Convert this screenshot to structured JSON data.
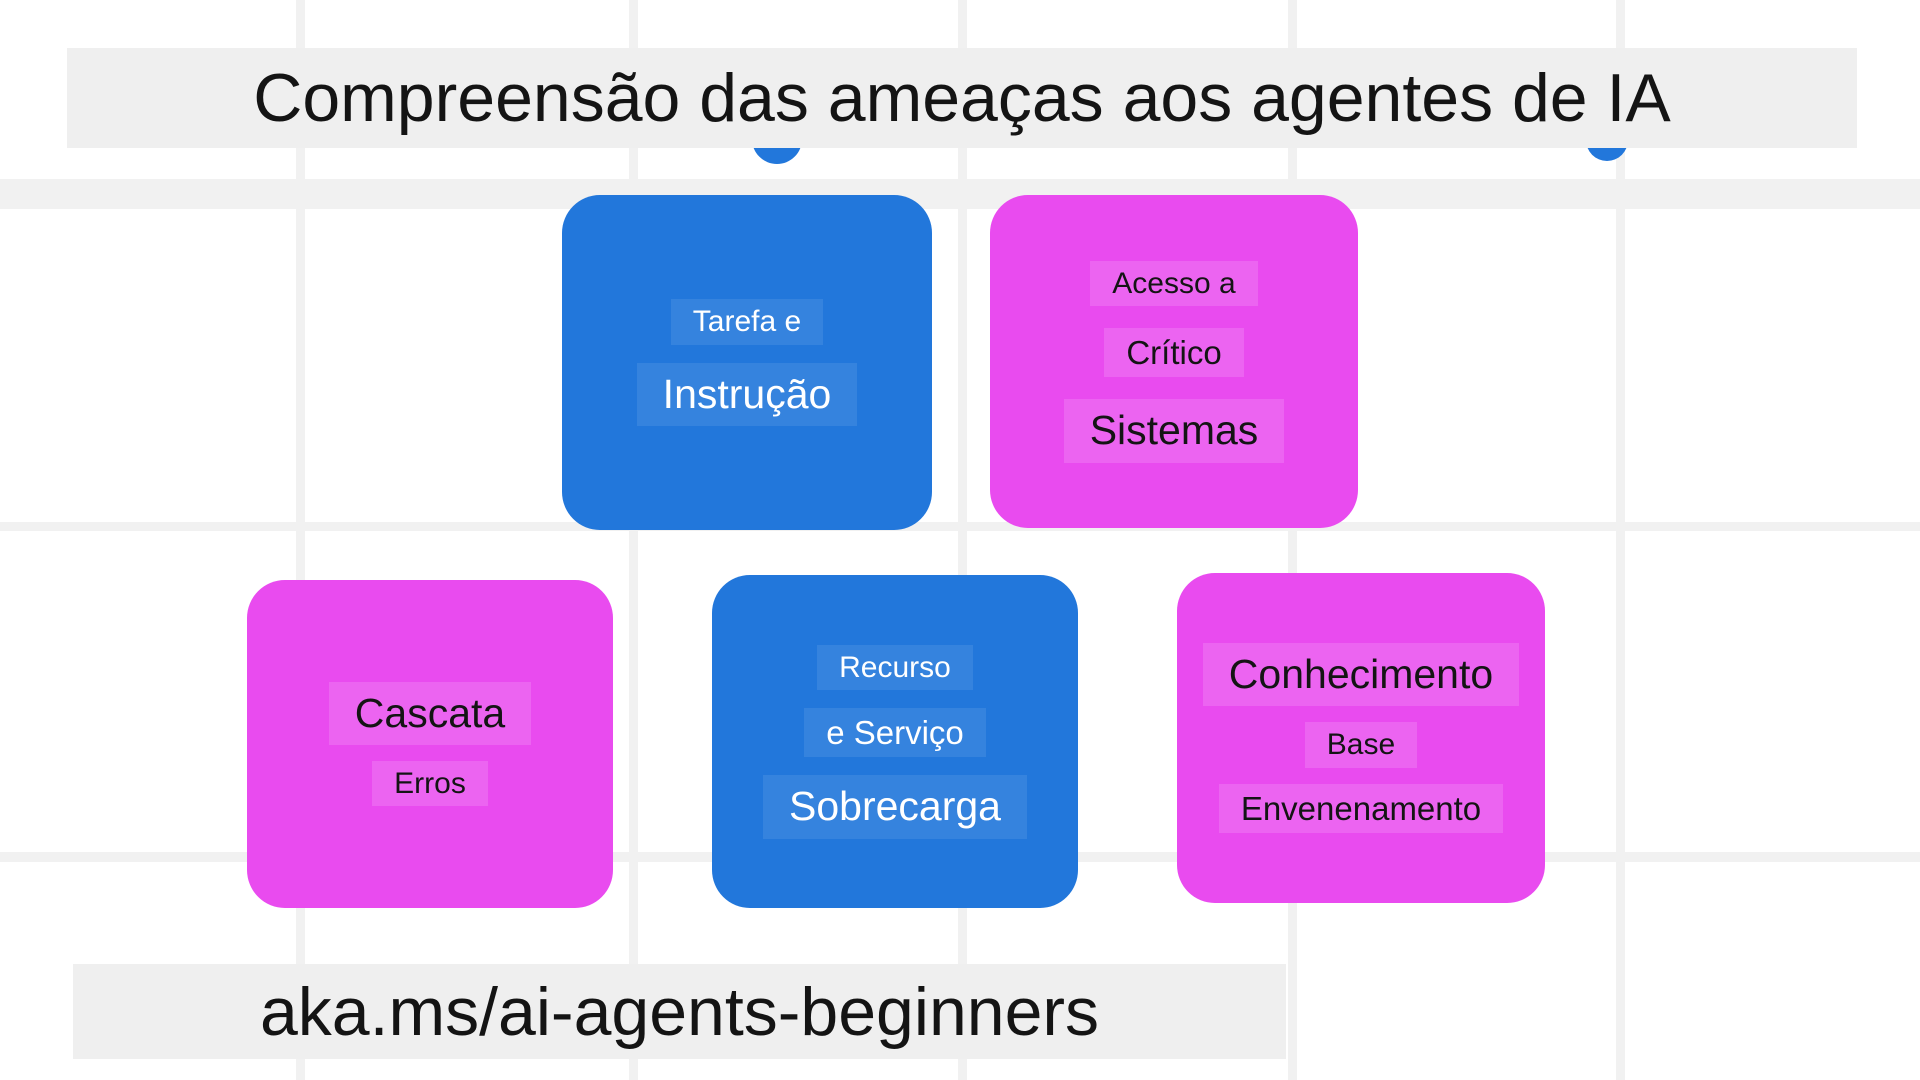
{
  "title": "Compreensão das ameaças aos agentes de IA",
  "footer": "aka.ms/ai-agents-beginners",
  "colors": {
    "blue": "#2277DB",
    "magenta": "#E94BEF",
    "bar_background": "#EFEFEF",
    "grid_line": "#F1F1F1",
    "text_dark": "#141414",
    "text_light": "#FFFFFF"
  },
  "cards": [
    {
      "name": "task-and-instruction",
      "color": "blue",
      "lines": [
        "Tarefa e",
        "Instrução"
      ]
    },
    {
      "name": "access-to-critical-systems",
      "color": "magenta",
      "lines": [
        "Acesso a",
        "Crítico",
        "Sistemas"
      ]
    },
    {
      "name": "cascading-errors",
      "color": "magenta",
      "lines": [
        "Cascata",
        "Erros"
      ]
    },
    {
      "name": "resource-and-service-overload",
      "color": "blue",
      "lines": [
        "Recurso",
        "e Serviço",
        "Sobrecarga"
      ]
    },
    {
      "name": "knowledge-base-poisoning",
      "color": "magenta",
      "lines": [
        "Conhecimento",
        "Base",
        "Envenenamento"
      ]
    }
  ]
}
